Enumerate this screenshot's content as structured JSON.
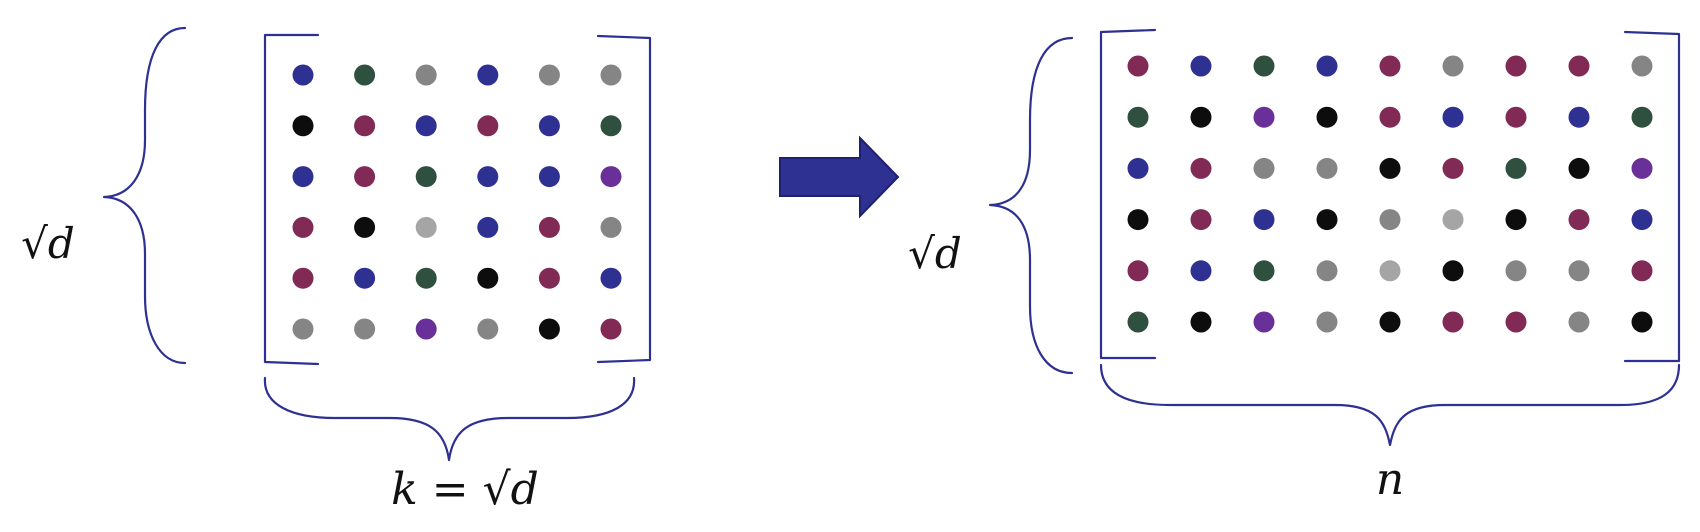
{
  "colors": {
    "accent": "#2e3192",
    "palette": {
      "blue": "#2e3192",
      "green": "#2f4f3f",
      "gray": "#858585",
      "lightgray": "#a5a5a5",
      "black": "#0d0d0d",
      "maroon": "#802a55",
      "purple": "#6a309a"
    }
  },
  "left_matrix": {
    "row_label": "√d",
    "col_label": "k = √d",
    "grid": [
      [
        "blue",
        "green",
        "gray",
        "blue",
        "gray",
        "gray"
      ],
      [
        "black",
        "maroon",
        "blue",
        "maroon",
        "blue",
        "green"
      ],
      [
        "blue",
        "maroon",
        "green",
        "blue",
        "blue",
        "purple"
      ],
      [
        "maroon",
        "black",
        "lightgray",
        "blue",
        "maroon",
        "gray"
      ],
      [
        "maroon",
        "blue",
        "green",
        "black",
        "maroon",
        "blue"
      ],
      [
        "gray",
        "gray",
        "purple",
        "gray",
        "black",
        "maroon"
      ]
    ]
  },
  "arrow": {
    "icon": "right-arrow-icon"
  },
  "right_matrix": {
    "row_label": "√d",
    "col_label": "n",
    "grid": [
      [
        "maroon",
        "blue",
        "green",
        "blue",
        "maroon",
        "gray",
        "maroon",
        "maroon",
        "gray"
      ],
      [
        "green",
        "black",
        "purple",
        "black",
        "maroon",
        "blue",
        "maroon",
        "blue",
        "green"
      ],
      [
        "blue",
        "maroon",
        "gray",
        "gray",
        "black",
        "maroon",
        "green",
        "black",
        "purple"
      ],
      [
        "black",
        "maroon",
        "blue",
        "black",
        "gray",
        "lightgray",
        "black",
        "maroon",
        "blue"
      ],
      [
        "maroon",
        "blue",
        "green",
        "gray",
        "lightgray",
        "black",
        "gray",
        "gray",
        "maroon"
      ],
      [
        "green",
        "black",
        "purple",
        "gray",
        "black",
        "maroon",
        "maroon",
        "gray",
        "black"
      ]
    ]
  }
}
